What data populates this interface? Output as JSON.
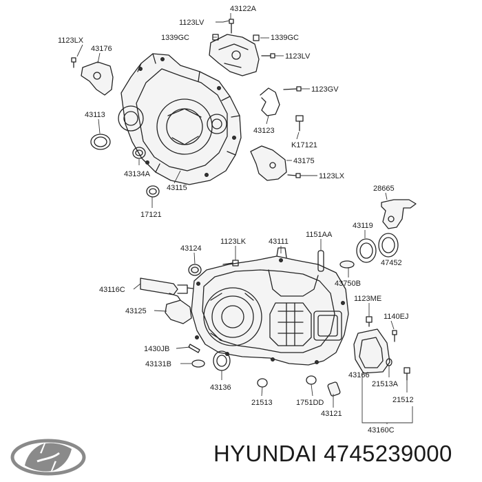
{
  "diagram": {
    "labels": {
      "p43122A": "43122A",
      "p1123LV_a": "1123LV",
      "p1339GC_a": "1339GC",
      "p1339GC_b": "1339GC",
      "p1123LV_b": "1123LV",
      "p1123LX_a": "1123LX",
      "p43176": "43176",
      "p1123GV": "1123GV",
      "p43113": "43113",
      "p43123": "43123",
      "pK17121": "K17121",
      "p43175": "43175",
      "p43134A": "43134A",
      "p43115": "43115",
      "p1123LX_b": "1123LX",
      "p17121": "17121",
      "p28665": "28665",
      "p43119": "43119",
      "p43124": "43124",
      "p1123LK": "1123LK",
      "p43111": "43111",
      "p1151AA": "1151AA",
      "p47452": "47452",
      "p43116C": "43116C",
      "p43750B": "43750B",
      "p1123ME": "1123ME",
      "p43125": "43125",
      "p1140EJ": "1140EJ",
      "p1430JB": "1430JB",
      "p43131B": "43131B",
      "p43166": "43166",
      "p21513A": "21513A",
      "p43136": "43136",
      "p21513": "21513",
      "p1751DD": "1751DD",
      "p21512": "21512",
      "p43121": "43121",
      "p43160C": "43160C"
    }
  },
  "footer": {
    "caption": "HYUNDAI 4745239000",
    "logo_icon": "hyundai-logo-icon"
  }
}
